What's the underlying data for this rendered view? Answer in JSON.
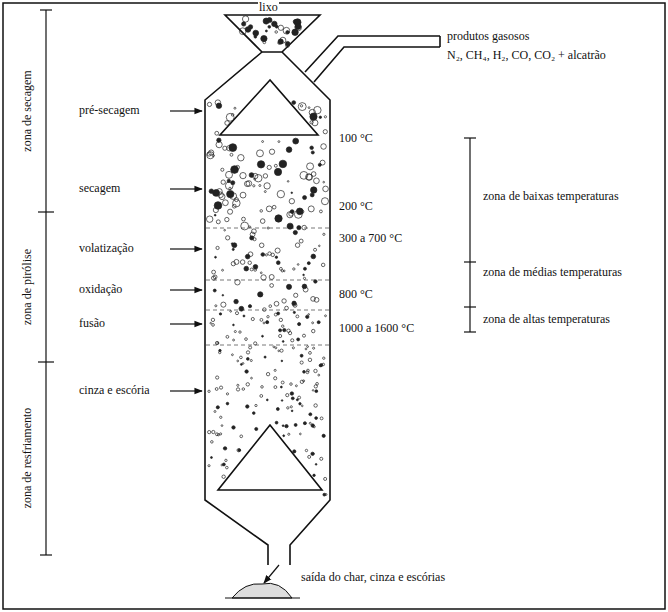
{
  "diagram": {
    "labels": [
      "lixo",
      "produtos gasosos",
      "N₂, CH₄, H₂, CO, CO₂ + alcatrão",
      "zona de secagem",
      "zona de pirólise",
      "zona de resfriamento",
      "pré-secagem",
      "secagem",
      "volatização",
      "oxidação",
      "fusão",
      "cinza e escória",
      "100 °C",
      "200 °C",
      "300 a 700 °C",
      "800 °C",
      "1000 a 1600 °C",
      "zona de baixas temperaturas",
      "zona de médias temperaturas",
      "zona de altas temperaturas",
      "saída do char, cinza e escórias"
    ]
  }
}
